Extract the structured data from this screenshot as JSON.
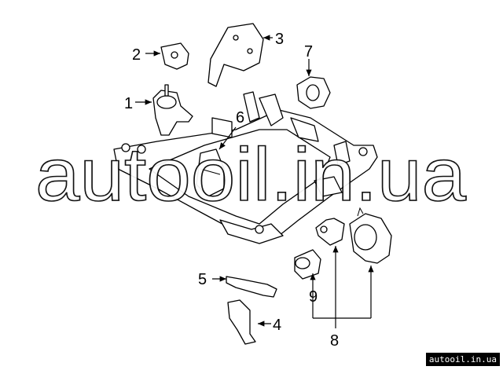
{
  "diagram": {
    "callouts": [
      "1",
      "2",
      "3",
      "4",
      "5",
      "6",
      "7",
      "8",
      "9"
    ]
  },
  "watermark": {
    "large_text": "autooil.in.ua",
    "badge_text": "autooil.in.ua"
  }
}
